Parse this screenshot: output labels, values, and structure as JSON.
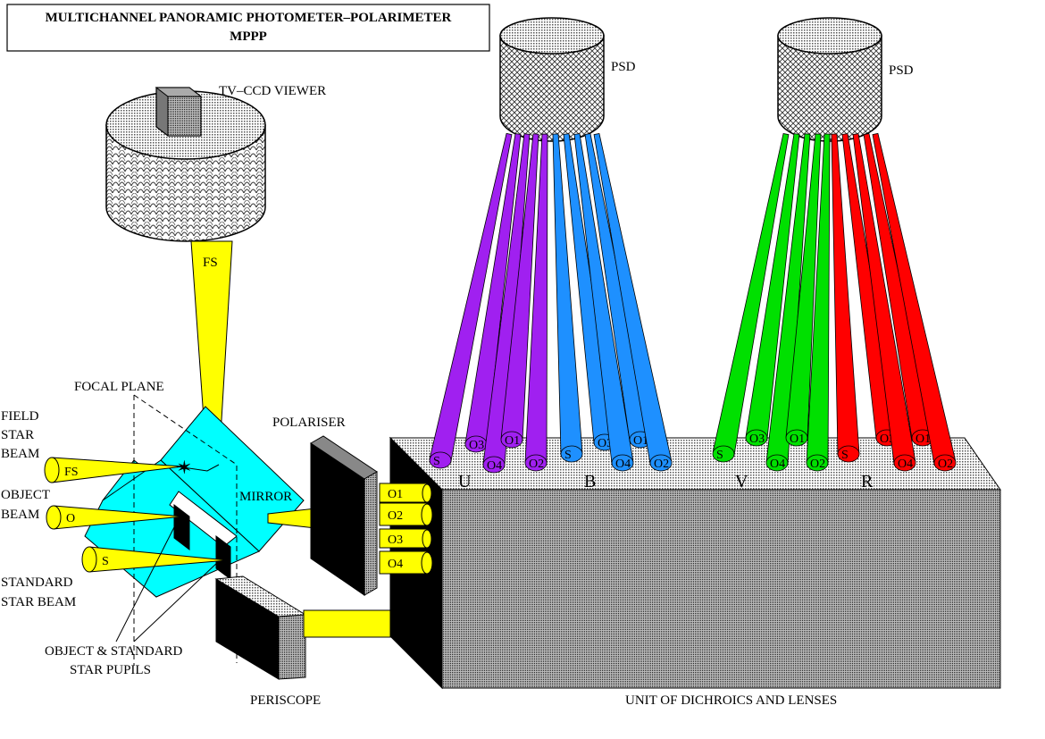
{
  "title": {
    "line1": "MULTICHANNEL PANORAMIC PHOTOMETER–POLARIMETER",
    "line2": "MPPP"
  },
  "labels": {
    "tv_ccd_viewer": "TV–CCD VIEWER",
    "psd_left": "PSD",
    "psd_right": "PSD",
    "fs_beam_up": "FS",
    "focal_plane": "FOCAL PLANE",
    "field_star_beam": [
      "FIELD",
      "STAR",
      "BEAM"
    ],
    "object_beam": [
      "OBJECT",
      "BEAM"
    ],
    "standard_star_beam": [
      "STANDARD",
      "STAR BEAM"
    ],
    "pupils": [
      "OBJECT & STANDARD",
      "STAR PUPILS"
    ],
    "mirror": "MIRROR",
    "polariser": "POLARISER",
    "periscope": "PERISCOPE",
    "unit": "UNIT OF DICHROICS AND LENSES"
  },
  "input_beams": {
    "fs": "FS",
    "o": "O",
    "s": "S",
    "o_after_polariser": "O",
    "s_after_periscope": "S"
  },
  "polariser_outputs": [
    "O1",
    "O2",
    "O3",
    "O4"
  ],
  "bands": [
    "U",
    "B",
    "V",
    "R"
  ],
  "band_colors": {
    "U": "#a020f0",
    "B": "#1e90ff",
    "V": "#00e000",
    "R": "#ff0000"
  },
  "colors": {
    "beam": "#ffff00",
    "mirror": "#00ffff",
    "dark": "#000000"
  },
  "fiber_labels": [
    "S",
    "O3",
    "O4",
    "O1",
    "O2"
  ]
}
